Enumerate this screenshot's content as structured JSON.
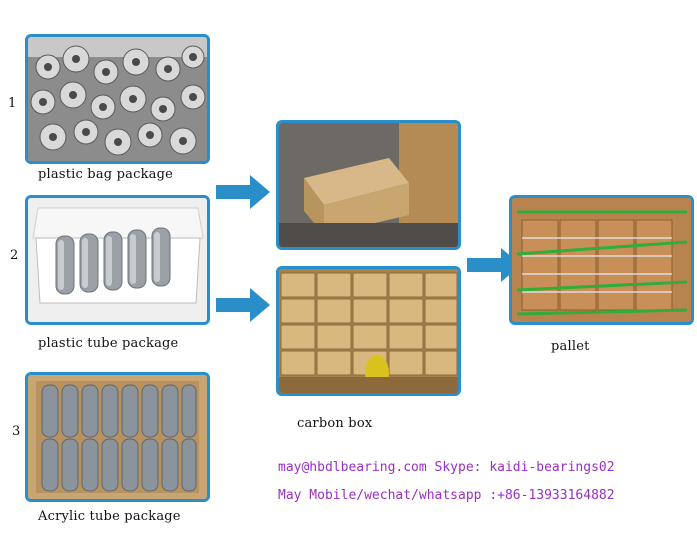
{
  "packages": [
    {
      "number": "1",
      "label": "plastic bag package"
    },
    {
      "number": "2",
      "label": "plastic tube package"
    },
    {
      "number": "3",
      "label": "Acrylic tube package"
    }
  ],
  "carbon_box": {
    "label": "carbon box"
  },
  "pallet": {
    "label": "pallet"
  },
  "contact": {
    "line1": "may@hbdlbearing.com  Skype: kaidi-bearings02",
    "line2": "May Mobile/wechat/whatsapp :+86-13933164882",
    "color": "#9b2fc4"
  },
  "colors": {
    "frame": "#2a8ec8",
    "arrow": "#2a8ec8"
  }
}
